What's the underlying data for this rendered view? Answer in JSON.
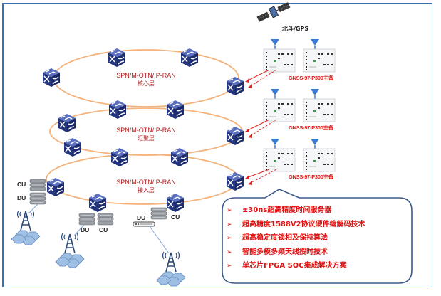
{
  "satellite": {
    "label": "北斗/GPS",
    "icon": "satellite-icon"
  },
  "layers": [
    {
      "title": "SPN/M-OTN/IP-RAN",
      "subtitle": "核心层"
    },
    {
      "title": "SPN/M-OTN/IP-RAN",
      "subtitle": "汇聚层"
    },
    {
      "title": "SPN/M-OTN/IP-RAN",
      "subtitle": "接入层"
    }
  ],
  "gnss_servers": [
    {
      "label": "GNSS-97-P300主备"
    },
    {
      "label": "GNSS-97-P300主备"
    },
    {
      "label": "GNSS-97-P300主备"
    }
  ],
  "access_nodes": {
    "left_cu": "CU",
    "left_du": "DU",
    "mid_du": "DU",
    "mid_cu": "CU",
    "right_du": "DU",
    "right_cu": "CU"
  },
  "callout": {
    "bullet": "➢",
    "items": [
      "±30ns超高精度时间服务器",
      "超高精度1588V2协议硬件编解码技术",
      "超高稳定度锁相及保持算法",
      "智能多模多频天线授时技术",
      "单芯片FPGA SOC集成解决方案"
    ]
  },
  "colors": {
    "ring": "#f5b27a",
    "switch": "#2a3d8f",
    "layer_text": "#b11a1a",
    "gnss_text": "#e02020",
    "callout_text": "#e01010",
    "callout_border": "#3a5a8c",
    "frame": "#3d6fb5"
  }
}
